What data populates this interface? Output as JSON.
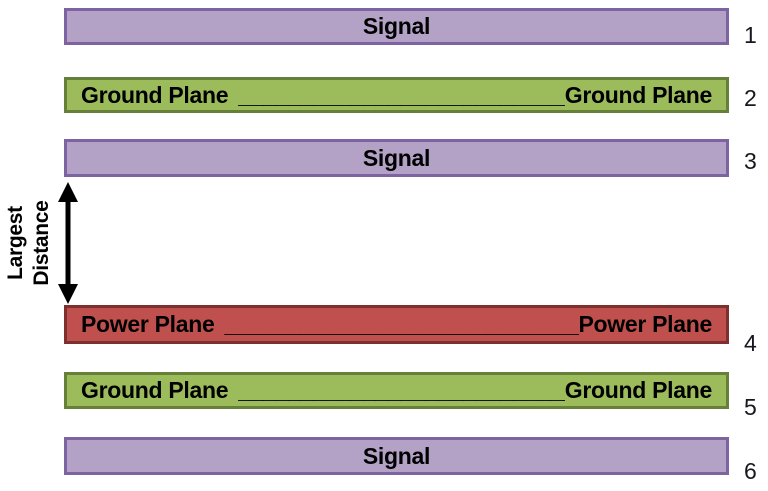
{
  "diagram": {
    "annotation": {
      "line1": "Largest",
      "line2": "Distance"
    },
    "layers": [
      {
        "number": "1",
        "type": "signal",
        "label": "Signal"
      },
      {
        "number": "2",
        "type": "ground",
        "label_left": "Ground Plane",
        "connector": "______________________________",
        "label_right": "Ground Plane"
      },
      {
        "number": "3",
        "type": "signal",
        "label": "Signal"
      },
      {
        "number": "4",
        "type": "power",
        "label_left": "Power Plane",
        "connector": "______________________________",
        "label_right": "Power Plane"
      },
      {
        "number": "5",
        "type": "ground",
        "label_left": "Ground Plane",
        "connector": "______________________________",
        "label_right": "Ground Plane"
      },
      {
        "number": "6",
        "type": "signal",
        "label": "Signal"
      }
    ]
  },
  "colors": {
    "signal_fill": "#b3a2c6",
    "signal_border": "#7d63a1",
    "ground_fill": "#9cbb5b",
    "ground_border": "#66803a",
    "power_fill": "#c0504d",
    "power_border": "#7e302e",
    "arrow": "#000000",
    "text": "#000000",
    "number_text": "#17171f"
  }
}
